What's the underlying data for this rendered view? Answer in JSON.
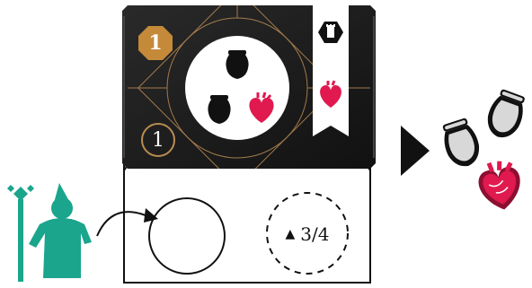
{
  "card": {
    "cost_value": "1",
    "bottom_value": "1",
    "cost_color": "#c48a3a",
    "background_color": "#1c1c1c",
    "accent_color": "#b98b52",
    "produces": [
      "urn",
      "urn",
      "heart"
    ],
    "banner_icon": "tower-icon",
    "banner_resource": "heart"
  },
  "board": {
    "capacity_text": "3/4",
    "capacity_icon": "person-icon",
    "empty_slot": "worker-slot"
  },
  "player": {
    "figure": "wizard-meeple",
    "color": "#1aa58c"
  },
  "result": {
    "arrow": "right-triangle-icon",
    "items": [
      "urn",
      "urn",
      "heart"
    ],
    "urn_color": "#d8d8d8",
    "heart_color": "#e0194f"
  }
}
